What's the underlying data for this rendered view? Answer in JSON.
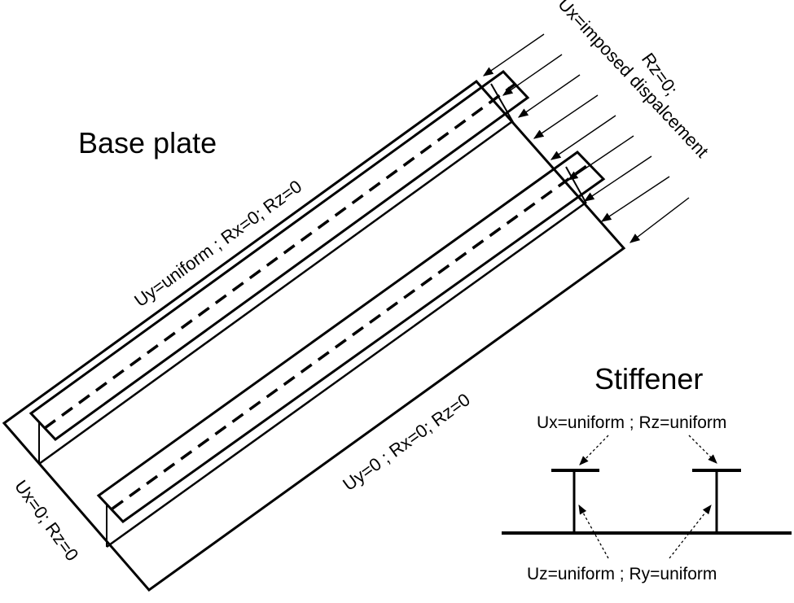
{
  "base_plate": {
    "title": "Base plate",
    "edge_left": "Ux=0; Rz=0",
    "edge_top": "Uy=uniform ; Rx=0; Rz=0",
    "edge_bottom": "Uy=0 ; Rx=0; Rz=0",
    "edge_right_rotation": "Rz=0;",
    "edge_right_displacement": "Ux=imposed dispalcement"
  },
  "stiffener": {
    "title": "Stiffener",
    "flange_condition": "Ux=uniform ; Rz=uniform",
    "web_condition": "Uz=uniform ; Ry=uniform"
  },
  "colors": {
    "line": "#000000",
    "background": "#ffffff"
  }
}
